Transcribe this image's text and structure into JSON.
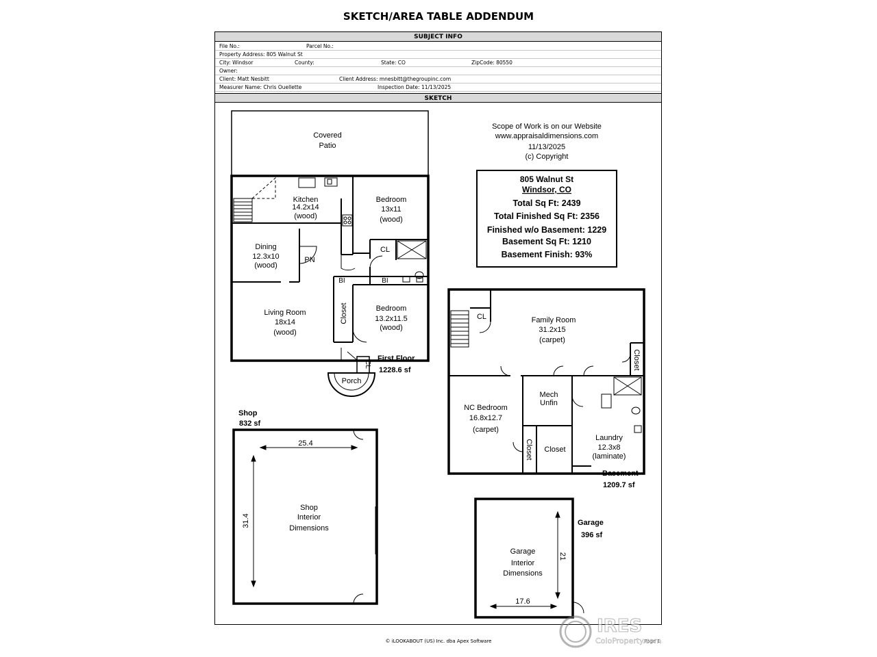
{
  "title": "SKETCH/AREA TABLE ADDENDUM",
  "subject_info": {
    "header": "SUBJECT INFO",
    "file_no": "File No.:",
    "parcel_no": "Parcel No.:",
    "property_address": "Property Address: 805 Walnut St",
    "city": "City: Windsor",
    "county": "County:",
    "state": "State: CO",
    "zipcode": "ZipCode: 80550",
    "owner": "Owner:",
    "client": "Client: Matt Nesbitt",
    "client_address": "Client Address: mnesbitt@thegroupinc.com",
    "measurer": "Measurer Name: Chris Ouellette",
    "inspection_date": "Inspection Date: 11/13/2025"
  },
  "sketch": {
    "header": "SKETCH",
    "scope_notes": [
      "Scope of Work is on our Website",
      "www.appraisaldimensions.com",
      "11/13/2025",
      "(c) Copyright"
    ],
    "summary": {
      "address_line1": "805 Walnut St",
      "address_line2": "Windsor, CO",
      "total_sqft": "Total Sq Ft: 2439",
      "total_finished": "Total Finished Sq Ft: 2356",
      "finished_wo_basement": "Finished w/o Basement: 1229",
      "basement_sqft": "Basement Sq Ft: 1210",
      "basement_finish": "Basement Finish: 93%"
    },
    "first_floor": {
      "label": "First Floor",
      "area": "1228.6 sf",
      "covered_patio": [
        "Covered",
        "Patio"
      ],
      "kitchen": [
        "Kitchen",
        "14.2x14",
        "(wood)"
      ],
      "bedroom1": [
        "Bedroom",
        "13x11",
        "(wood)"
      ],
      "dining": [
        "Dining",
        "12.3x10",
        "(wood)"
      ],
      "pantry": "PN",
      "closet_cl": "CL",
      "bi1": "BI",
      "bi2": "BI",
      "living_room": [
        "Living Room",
        "18x14",
        "(wood)"
      ],
      "closet": "Closet",
      "bedroom2": [
        "Bedroom",
        "13.2x11.5",
        "(wood)"
      ],
      "porch_cl": "CL",
      "porch": "Porch"
    },
    "basement": {
      "label": "Basement",
      "area": "1209.7 sf",
      "cl": "CL",
      "family_room": [
        "Family Room",
        "31.2x15",
        "(carpet)"
      ],
      "closet_right": "Closet",
      "nc_bedroom": [
        "NC Bedroom",
        "16.8x12.7",
        "(carpet)"
      ],
      "mech": [
        "Mech",
        "Unfin"
      ],
      "closet_vertical": "Closet",
      "closet_small": "Closet",
      "laundry": [
        "Laundry",
        "12.3x8",
        "(laminate)"
      ]
    },
    "shop": {
      "label": "Shop",
      "area": "832 sf",
      "width": "25.4",
      "depth": "31.4",
      "interior": [
        "Shop",
        "Interior",
        "Dimensions"
      ]
    },
    "garage": {
      "label": "Garage",
      "area": "396 sf",
      "width": "17.6",
      "depth": "21",
      "interior": [
        "Garage",
        "Interior",
        "Dimensions"
      ]
    }
  },
  "footer": "© iLOOKABOUT (US) Inc. dba Apex Software",
  "page": "Page 1",
  "watermark": {
    "brand": "IRES",
    "sub": "ColoProperty.com"
  }
}
